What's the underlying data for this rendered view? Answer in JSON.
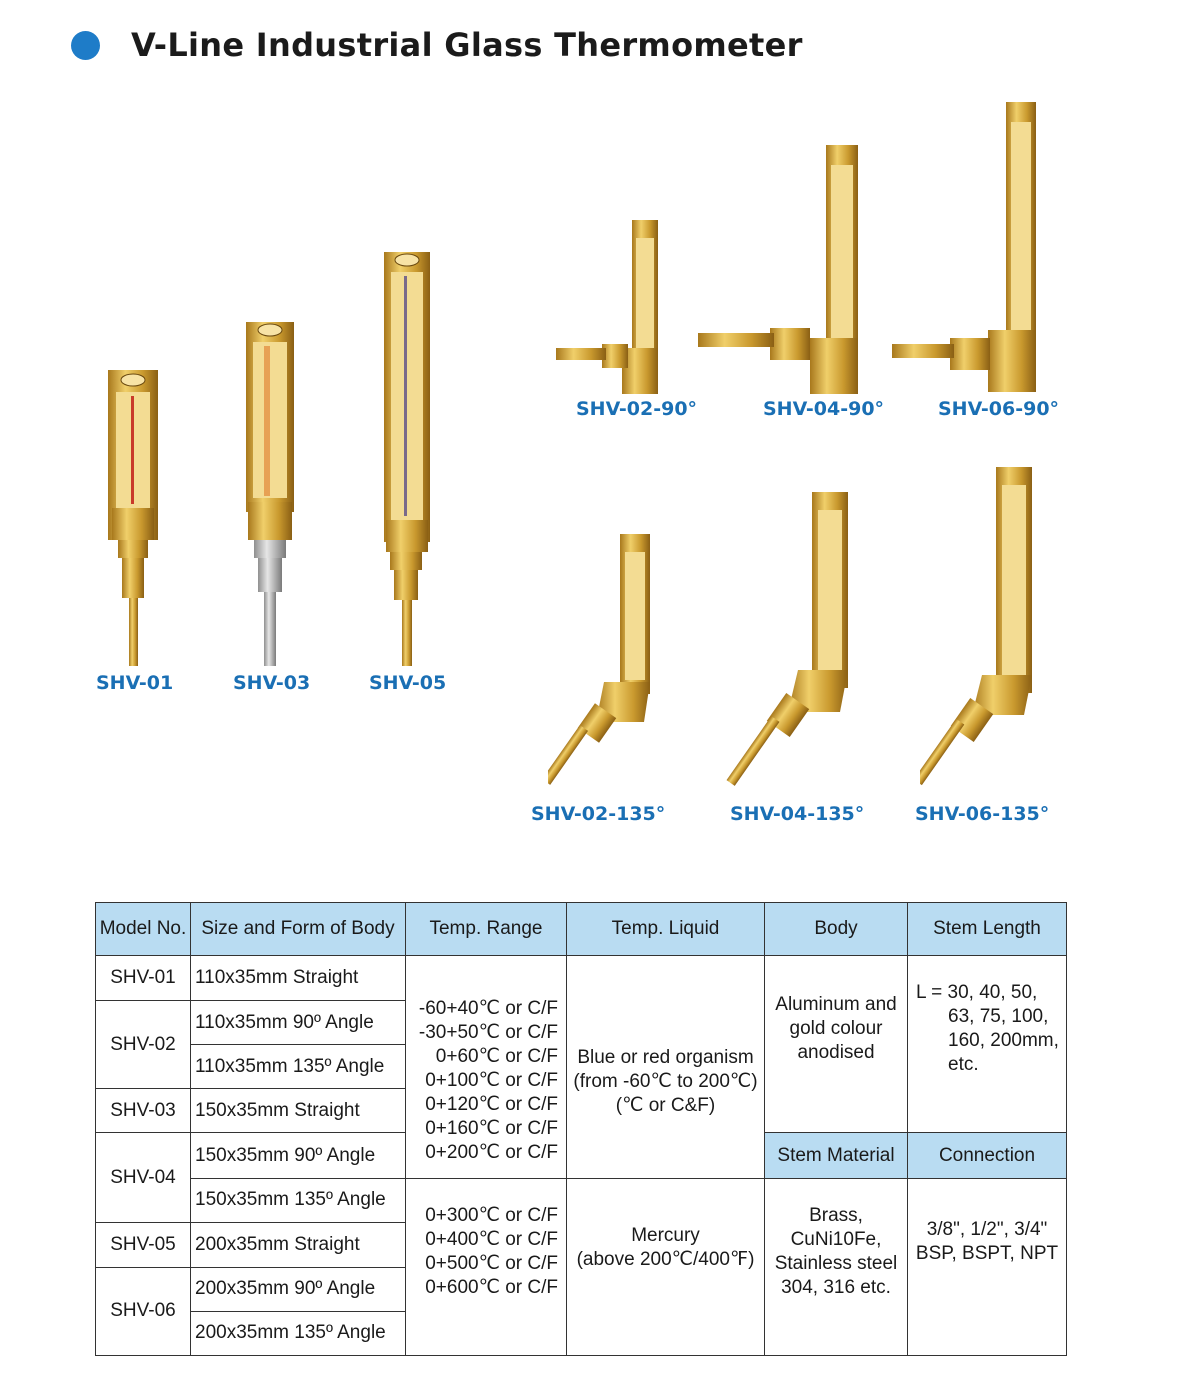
{
  "title": "V-Line Industrial Glass Thermometer",
  "colors": {
    "accent": "#1e7cc8",
    "caption": "#1a6fb4",
    "header_fill": "#b9dcf2",
    "brass": "#d4aa3e"
  },
  "products": {
    "shv01": "SHV-01",
    "shv03": "SHV-03",
    "shv05": "SHV-05",
    "shv02_90": "SHV-02-90°",
    "shv04_90": "SHV-04-90°",
    "shv06_90": "SHV-06-90°",
    "shv02_135": "SHV-02-135°",
    "shv04_135": "SHV-04-135°",
    "shv06_135": "SHV-06-135°"
  },
  "table": {
    "headers": {
      "model": "Model No.",
      "size": "Size and Form of Body",
      "range": "Temp. Range",
      "liquid": "Temp. Liquid",
      "body": "Body",
      "stem_length": "Stem Length",
      "stem_material": "Stem Material",
      "connection": "Connection"
    },
    "models": [
      "SHV-01",
      "SHV-02",
      "SHV-03",
      "SHV-04",
      "SHV-05",
      "SHV-06"
    ],
    "sizes": [
      "110x35mm  Straight",
      "110x35mm  90º Angle",
      "110x35mm  135º Angle",
      "150x35mm  Straight",
      "150x35mm  90º Angle",
      "150x35mm 135º Angle",
      "200x35mm  Straight",
      "200x35mm  90º Angle",
      "200x35mm 135º Angle"
    ],
    "ranges_a": [
      "-60+40℃ or C/F",
      "-30+50℃ or C/F",
      "0+60℃ or C/F",
      "0+100℃ or C/F",
      "0+120℃ or C/F",
      "0+160℃ or C/F",
      "0+200℃ or C/F"
    ],
    "ranges_b": [
      "0+300℃ or C/F",
      "0+400℃ or C/F",
      "0+500℃ or C/F",
      "0+600℃ or C/F"
    ],
    "liquid_a": [
      "Blue or red organism",
      "(from -60℃ to 200℃)",
      "(℃ or C&F)"
    ],
    "liquid_b": [
      "Mercury",
      "(above 200℃/400℉)"
    ],
    "body": [
      "Aluminum and",
      "gold colour",
      "anodised"
    ],
    "stem_length": [
      "L = 30, 40, 50,",
      "63, 75, 100,",
      "160, 200mm,",
      "etc."
    ],
    "stem_material": [
      "Brass,",
      "CuNi10Fe,",
      "Stainless steel",
      "304, 316 etc."
    ],
    "connection": [
      "3/8\", 1/2\", 3/4\"",
      "BSP, BSPT, NPT"
    ]
  }
}
